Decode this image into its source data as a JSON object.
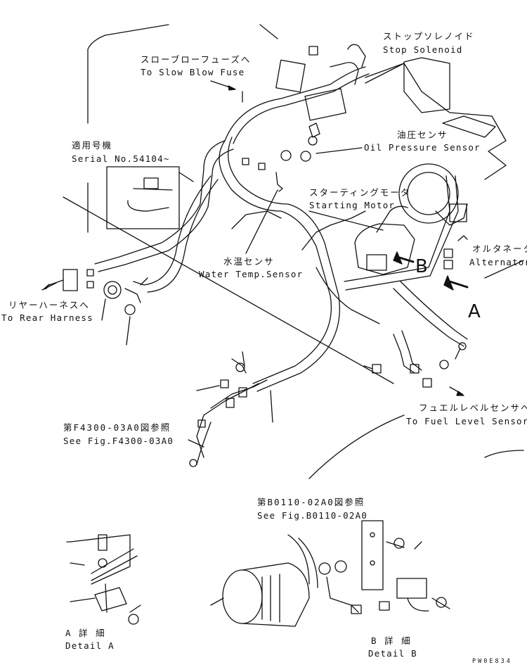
{
  "labels": {
    "stop_solenoid_jp": "ストップソレノイド",
    "stop_solenoid_en": "Stop Solenoid",
    "slow_blow_jp": "スローブローフューズへ",
    "slow_blow_en": "To Slow Blow Fuse",
    "oil_pressure_jp": "油圧センサ",
    "oil_pressure_en": "Oil Pressure Sensor",
    "serial_jp": "適用号機",
    "serial_en": "Serial No.54104~",
    "starting_motor_jp": "スターティングモータ",
    "starting_motor_en": "Starting Motor",
    "alternator_jp": "オルタネータ",
    "alternator_en": "Alternator",
    "water_temp_jp": "水温センサ",
    "water_temp_en": "Water Temp.Sensor",
    "rear_harness_jp": "リヤーハーネスへ",
    "rear_harness_en": "To Rear Harness",
    "fuel_level_jp": "フュエルレベルセンサへ",
    "fuel_level_en": "To Fuel Level Sensor",
    "see_fig_f4300_jp": "第F4300-03A0図参照",
    "see_fig_f4300_en": "See Fig.F4300-03A0",
    "see_fig_b0110_jp": "第B0110-02A0図参照",
    "see_fig_b0110_en": "See Fig.B0110-02A0",
    "detail_a_jp": "A 詳 細",
    "detail_a_en": "Detail A",
    "detail_b_jp": "B 詳 細",
    "detail_b_en": "Detail B",
    "view_a": "A",
    "view_b": "B",
    "drawing_code": "PW0E834"
  }
}
